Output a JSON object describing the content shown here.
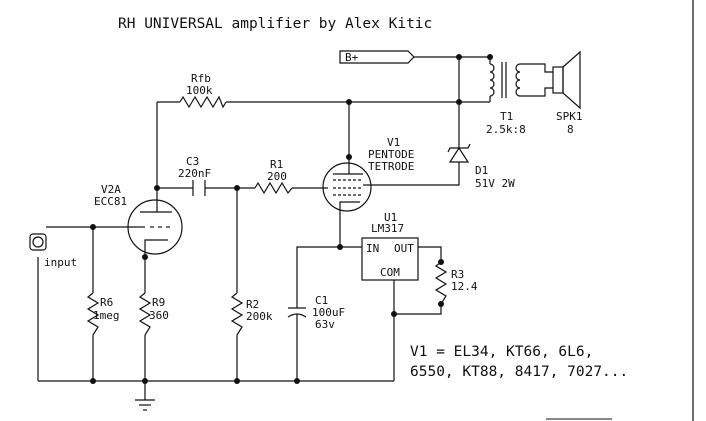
{
  "title": "RH UNIVERSAL amplifier by Alex Kitic",
  "supply": {
    "label": "B+"
  },
  "components": {
    "rfb": {
      "ref": "Rfb",
      "value": "100k"
    },
    "c3": {
      "ref": "C3",
      "value": "220nF"
    },
    "r1": {
      "ref": "R1",
      "value": "200"
    },
    "v2a": {
      "ref": "V2A",
      "value": "ECC81"
    },
    "v1": {
      "ref": "V1",
      "line1": "PENTODE",
      "line2": "TETRODE"
    },
    "t1": {
      "ref": "T1",
      "value": "2.5k:8"
    },
    "spk1": {
      "ref": "SPK1",
      "value": "8"
    },
    "d1": {
      "ref": "D1",
      "value": "51V 2W"
    },
    "u1": {
      "ref": "U1",
      "value": "LM317",
      "pin_in": "IN",
      "pin_out": "OUT",
      "pin_com": "COM"
    },
    "r3": {
      "ref": "R3",
      "value": "12.4"
    },
    "r6": {
      "ref": "R6",
      "value": "1meg"
    },
    "r9": {
      "ref": "R9",
      "value": "360"
    },
    "r2": {
      "ref": "R2",
      "value": "200k"
    },
    "c1": {
      "ref": "C1",
      "value": "100uF",
      "voltage": "63v"
    }
  },
  "input": {
    "label": "input"
  },
  "note": {
    "line1": "V1 = EL34, KT66, 6L6,",
    "line2": "6550, KT88, 8417, 7027..."
  }
}
